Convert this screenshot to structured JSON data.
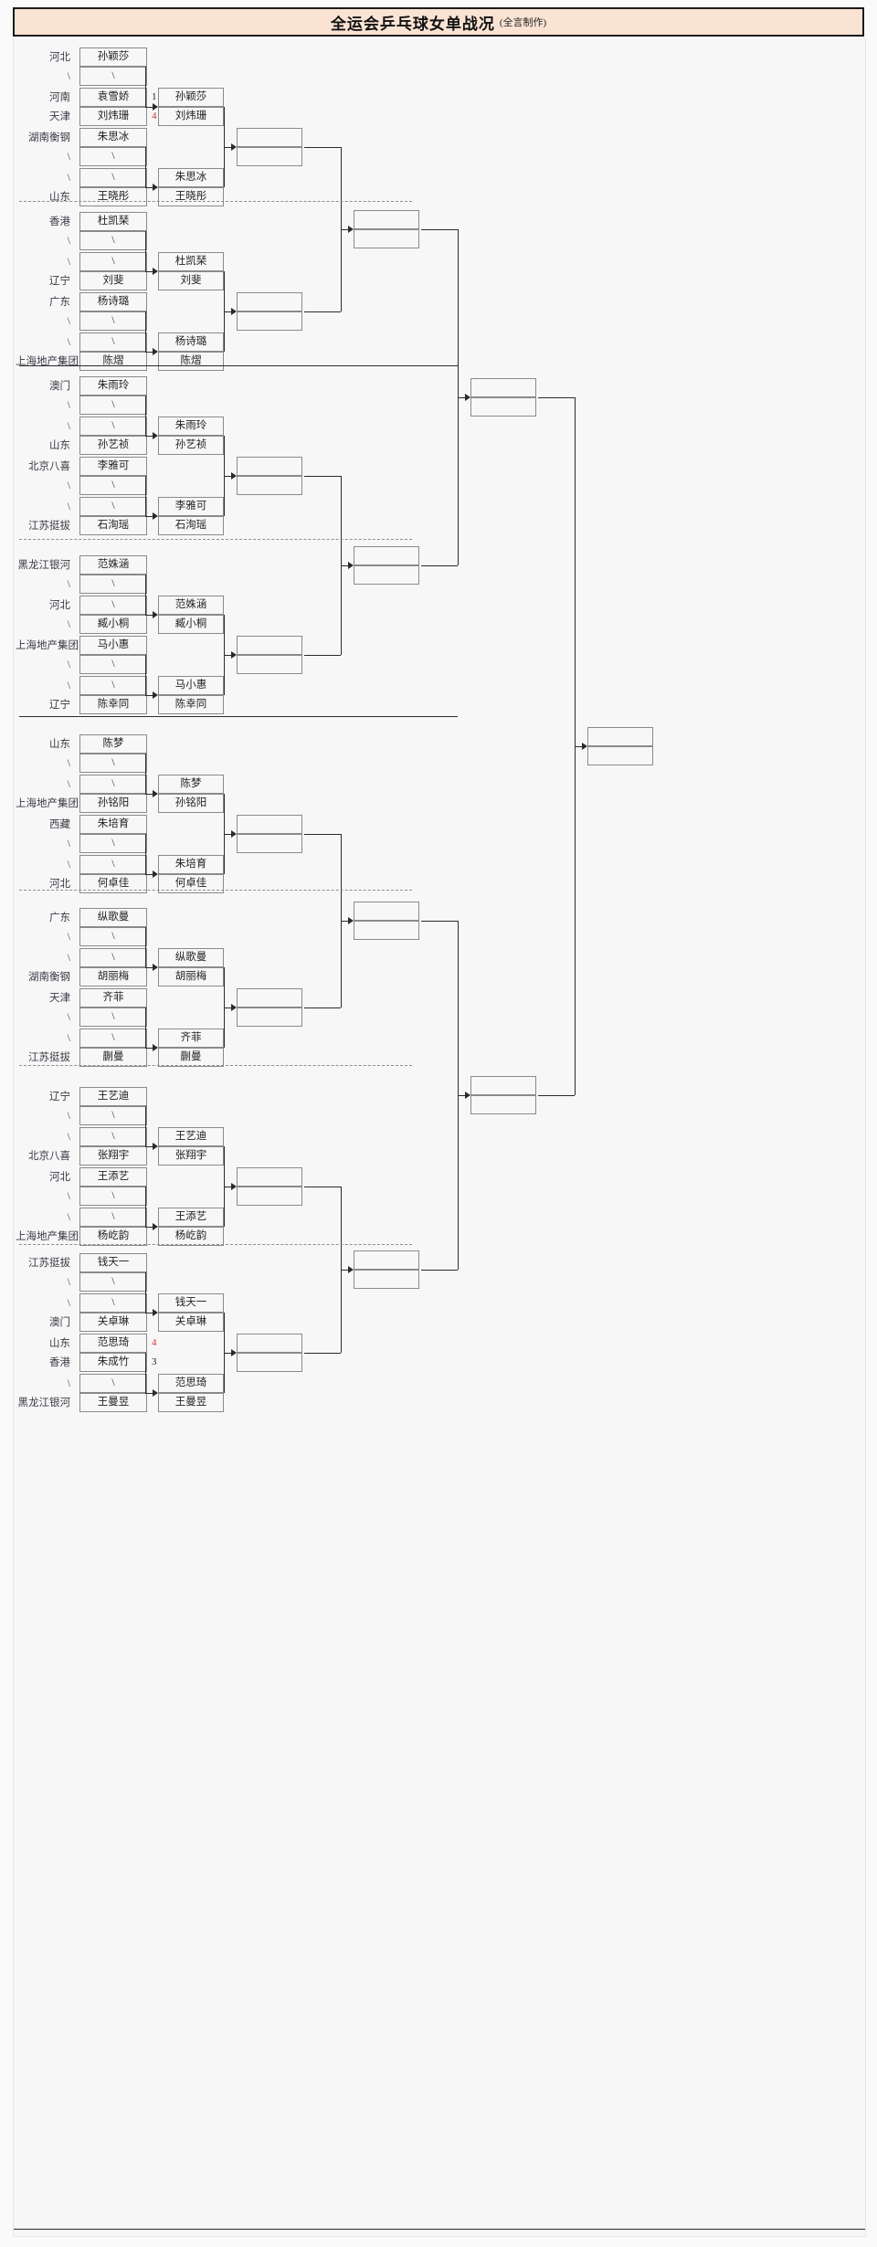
{
  "title": {
    "main": "全运会乒乓球女单战况",
    "sub": "(全言制作)"
  },
  "colors": {
    "title_bg": "#fbe3d4",
    "winner_score": "#d03333",
    "board_bg": "#f7f7f7",
    "line": "#2b2b2b",
    "box_border": "#8a8a8a"
  },
  "bracket": {
    "round1": [
      {
        "region": "河北",
        "name": "孙颖莎",
        "score": ""
      },
      {
        "region": "\\",
        "name": "\\",
        "score": ""
      },
      {
        "region": "河南",
        "name": "袁雪娇",
        "score": "1",
        "score_win": false
      },
      {
        "region": "天津",
        "name": "刘炜珊",
        "score": "4",
        "score_win": true
      },
      {
        "region": "湖南衡钢",
        "name": "朱思冰",
        "score": ""
      },
      {
        "region": "\\",
        "name": "\\",
        "score": ""
      },
      {
        "region": "\\",
        "name": "\\",
        "score": ""
      },
      {
        "region": "山东",
        "name": "王晓彤",
        "score": ""
      },
      {
        "region": "香港",
        "name": "杜凯琹",
        "score": ""
      },
      {
        "region": "\\",
        "name": "\\",
        "score": ""
      },
      {
        "region": "\\",
        "name": "\\",
        "score": ""
      },
      {
        "region": "辽宁",
        "name": "刘斐",
        "score": ""
      },
      {
        "region": "广东",
        "name": "杨诗璐",
        "score": ""
      },
      {
        "region": "\\",
        "name": "\\",
        "score": ""
      },
      {
        "region": "\\",
        "name": "\\",
        "score": ""
      },
      {
        "region": "上海地产集团",
        "name": "陈熠",
        "score": ""
      },
      {
        "region": "澳门",
        "name": "朱雨玲",
        "score": ""
      },
      {
        "region": "\\",
        "name": "\\",
        "score": ""
      },
      {
        "region": "\\",
        "name": "\\",
        "score": ""
      },
      {
        "region": "山东",
        "name": "孙艺祯",
        "score": ""
      },
      {
        "region": "北京八喜",
        "name": "李雅可",
        "score": ""
      },
      {
        "region": "\\",
        "name": "\\",
        "score": ""
      },
      {
        "region": "\\",
        "name": "\\",
        "score": ""
      },
      {
        "region": "江苏挺拔",
        "name": "石洵瑶",
        "score": ""
      },
      {
        "region": "黑龙江银河",
        "name": "范姝涵",
        "score": ""
      },
      {
        "region": "\\",
        "name": "\\",
        "score": ""
      },
      {
        "region": "河北",
        "name": "\\",
        "score": ""
      },
      {
        "region": "\\",
        "name": "臧小桐",
        "score": ""
      },
      {
        "region": "上海地产集团",
        "name": "马小惠",
        "score": ""
      },
      {
        "region": "\\",
        "name": "\\",
        "score": ""
      },
      {
        "region": "\\",
        "name": "\\",
        "score": ""
      },
      {
        "region": "辽宁",
        "name": "陈幸同",
        "score": ""
      },
      {
        "region": "山东",
        "name": "陈梦",
        "score": ""
      },
      {
        "region": "\\",
        "name": "\\",
        "score": ""
      },
      {
        "region": "\\",
        "name": "\\",
        "score": ""
      },
      {
        "region": "上海地产集团",
        "name": "孙铭阳",
        "score": ""
      },
      {
        "region": "西藏",
        "name": "朱培育",
        "score": ""
      },
      {
        "region": "\\",
        "name": "\\",
        "score": ""
      },
      {
        "region": "\\",
        "name": "\\",
        "score": ""
      },
      {
        "region": "河北",
        "name": "何卓佳",
        "score": ""
      },
      {
        "region": "广东",
        "name": "纵歌曼",
        "score": ""
      },
      {
        "region": "\\",
        "name": "\\",
        "score": ""
      },
      {
        "region": "\\",
        "name": "\\",
        "score": ""
      },
      {
        "region": "湖南衡钢",
        "name": "胡丽梅",
        "score": ""
      },
      {
        "region": "天津",
        "name": "齐菲",
        "score": ""
      },
      {
        "region": "\\",
        "name": "\\",
        "score": ""
      },
      {
        "region": "\\",
        "name": "\\",
        "score": ""
      },
      {
        "region": "江苏挺拔",
        "name": "蒯曼",
        "score": ""
      },
      {
        "region": "辽宁",
        "name": "王艺迪",
        "score": ""
      },
      {
        "region": "\\",
        "name": "\\",
        "score": ""
      },
      {
        "region": "\\",
        "name": "\\",
        "score": ""
      },
      {
        "region": "北京八喜",
        "name": "张翔宇",
        "score": ""
      },
      {
        "region": "河北",
        "name": "王添艺",
        "score": ""
      },
      {
        "region": "\\",
        "name": "\\",
        "score": ""
      },
      {
        "region": "\\",
        "name": "\\",
        "score": ""
      },
      {
        "region": "上海地产集团",
        "name": "杨屹韵",
        "score": ""
      },
      {
        "region": "江苏挺拔",
        "name": "钱天一",
        "score": ""
      },
      {
        "region": "\\",
        "name": "\\",
        "score": ""
      },
      {
        "region": "\\",
        "name": "\\",
        "score": ""
      },
      {
        "region": "澳门",
        "name": "关卓琳",
        "score": ""
      },
      {
        "region": "山东",
        "name": "范思琦",
        "score": "4",
        "score_win": true
      },
      {
        "region": "香港",
        "name": "朱成竹",
        "score": "3",
        "score_win": false
      },
      {
        "region": "\\",
        "name": "\\",
        "score": ""
      },
      {
        "region": "黑龙江银河",
        "name": "王曼昱",
        "score": ""
      }
    ],
    "round2": [
      {
        "top": "孙颖莎",
        "bottom": "刘炜珊"
      },
      {
        "top": "朱思冰",
        "bottom": "王晓彤"
      },
      {
        "top": "杜凯琹",
        "bottom": "刘斐"
      },
      {
        "top": "杨诗璐",
        "bottom": "陈熠"
      },
      {
        "top": "朱雨玲",
        "bottom": "孙艺祯"
      },
      {
        "top": "李雅可",
        "bottom": "石洵瑶"
      },
      {
        "top": "范姝涵",
        "bottom": "臧小桐"
      },
      {
        "top": "马小惠",
        "bottom": "陈幸同"
      },
      {
        "top": "陈梦",
        "bottom": "孙铭阳"
      },
      {
        "top": "朱培育",
        "bottom": "何卓佳"
      },
      {
        "top": "纵歌曼",
        "bottom": "胡丽梅"
      },
      {
        "top": "齐菲",
        "bottom": "蒯曼"
      },
      {
        "top": "王艺迪",
        "bottom": "张翔宇"
      },
      {
        "top": "王添艺",
        "bottom": "杨屹韵"
      },
      {
        "top": "钱天一",
        "bottom": "关卓琳"
      },
      {
        "top": "范思琦",
        "bottom": "王曼昱"
      }
    ],
    "round3": [
      {
        "top": "",
        "bottom": ""
      },
      {
        "top": "",
        "bottom": ""
      },
      {
        "top": "",
        "bottom": ""
      },
      {
        "top": "",
        "bottom": ""
      },
      {
        "top": "",
        "bottom": ""
      },
      {
        "top": "",
        "bottom": ""
      },
      {
        "top": "",
        "bottom": ""
      },
      {
        "top": "",
        "bottom": ""
      }
    ],
    "round4": [
      {
        "top": "",
        "bottom": ""
      },
      {
        "top": "",
        "bottom": ""
      },
      {
        "top": "",
        "bottom": ""
      },
      {
        "top": "",
        "bottom": ""
      }
    ],
    "round5": [
      {
        "top": "",
        "bottom": ""
      },
      {
        "top": "",
        "bottom": ""
      }
    ],
    "final": {
      "top": "",
      "bottom": ""
    }
  }
}
